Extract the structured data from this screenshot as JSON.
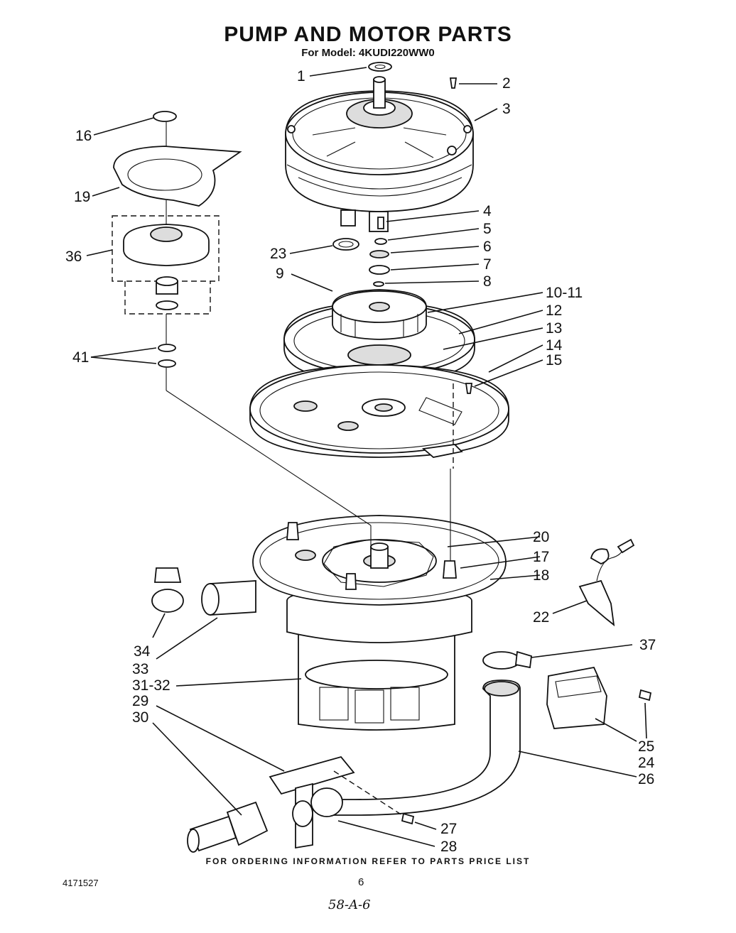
{
  "header": {
    "title": "PUMP AND MOTOR PARTS",
    "subtitle": "For Model: 4KUDI220WW0"
  },
  "callouts": {
    "c1": "1",
    "c2": "2",
    "c3": "3",
    "c4": "4",
    "c5": "5",
    "c6": "6",
    "c7": "7",
    "c8": "8",
    "c9": "9",
    "c10_11": "10-11",
    "c12": "12",
    "c13": "13",
    "c14": "14",
    "c15": "15",
    "c16": "16",
    "c17": "17",
    "c18": "18",
    "c19": "19",
    "c20": "20",
    "c22": "22",
    "c23": "23",
    "c24": "24",
    "c25": "25",
    "c26": "26",
    "c27": "27",
    "c28": "28",
    "c29": "29",
    "c30": "30",
    "c31_32": "31-32",
    "c33": "33",
    "c34": "34",
    "c36": "36",
    "c37": "37",
    "c41": "41"
  },
  "footer": {
    "ordering_note": "FOR ORDERING INFORMATION REFER TO PARTS PRICE LIST",
    "doc_number": "4171527",
    "page_number": "6",
    "handwritten_note": "58-A-6"
  }
}
